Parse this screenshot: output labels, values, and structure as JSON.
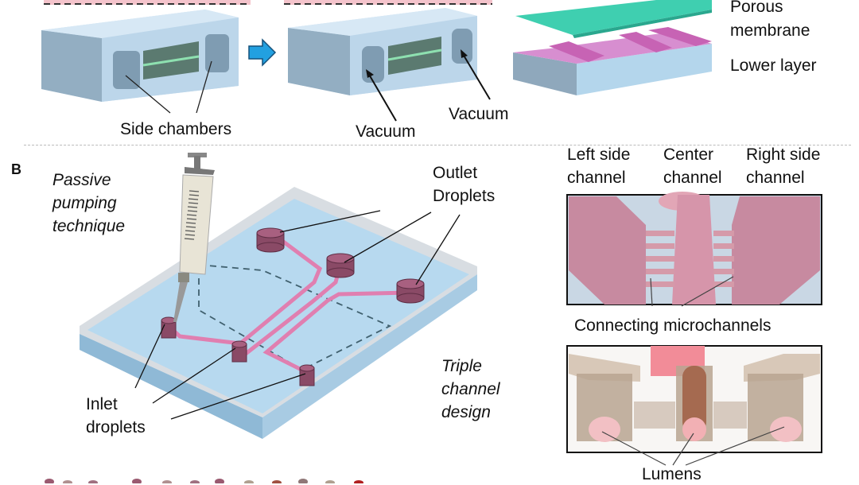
{
  "panel_a": {
    "step1_label": "Side chambers",
    "step2_label_left": "Vacuum",
    "step2_label_right": "Vacuum",
    "layers": {
      "membrane_line1": "Porous",
      "membrane_line2": "membrane",
      "lower": "Lower layer"
    }
  },
  "panel_b": {
    "letter": "B",
    "technique_line1": "Passive",
    "technique_line2": "pumping",
    "technique_line3": "technique",
    "outlet_line1": "Outlet",
    "outlet_line2": "Droplets",
    "inlet_line1": "Inlet",
    "inlet_line2": "droplets",
    "design_line1": "Triple",
    "design_line2": "channel",
    "design_line3": "design",
    "channels": {
      "left_line1": "Left side",
      "left_line2": "channel",
      "center_line1": "Center",
      "center_line2": "channel",
      "right_line1": "Right side",
      "right_line2": "channel"
    },
    "connecting": "Connecting microchannels",
    "lumens": "Lumens"
  },
  "colors": {
    "chip_blue": "#b8d4e8",
    "chip_blue_dark": "#8fb0c8",
    "membrane_green": "#3fcfb0",
    "lower_pink": "#d46fc0",
    "channel_pink": "#e07fb0",
    "well_maroon": "#8a4a66",
    "arrow_blue": "#22a0e0",
    "pipette_cream": "#e8e4d6"
  }
}
